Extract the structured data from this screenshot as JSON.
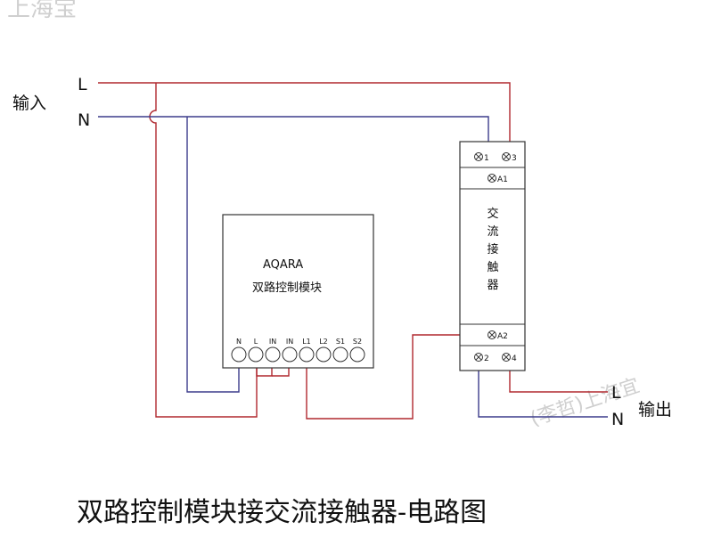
{
  "diagram": {
    "title": "双路控制模块接交流接触器-电路图",
    "input_label": "输入",
    "output_label": "输出",
    "line_L": "L",
    "line_N": "N",
    "module": {
      "brand": "AQARA",
      "name": "双路控制模块",
      "terminals": [
        "N",
        "L",
        "IN",
        "IN",
        "L1",
        "L2",
        "S1",
        "S2"
      ]
    },
    "contactor": {
      "name_chars": [
        "交",
        "流",
        "接",
        "触",
        "器"
      ],
      "terminals": {
        "t1": "1",
        "t3": "3",
        "a1": "A1",
        "a2": "A2",
        "t2": "2",
        "t4": "4"
      }
    },
    "watermarks": [
      "上海宝",
      "(李哲)上海宜"
    ],
    "colors": {
      "live": "#b0282f",
      "neutral": "#3c3c8c"
    }
  }
}
